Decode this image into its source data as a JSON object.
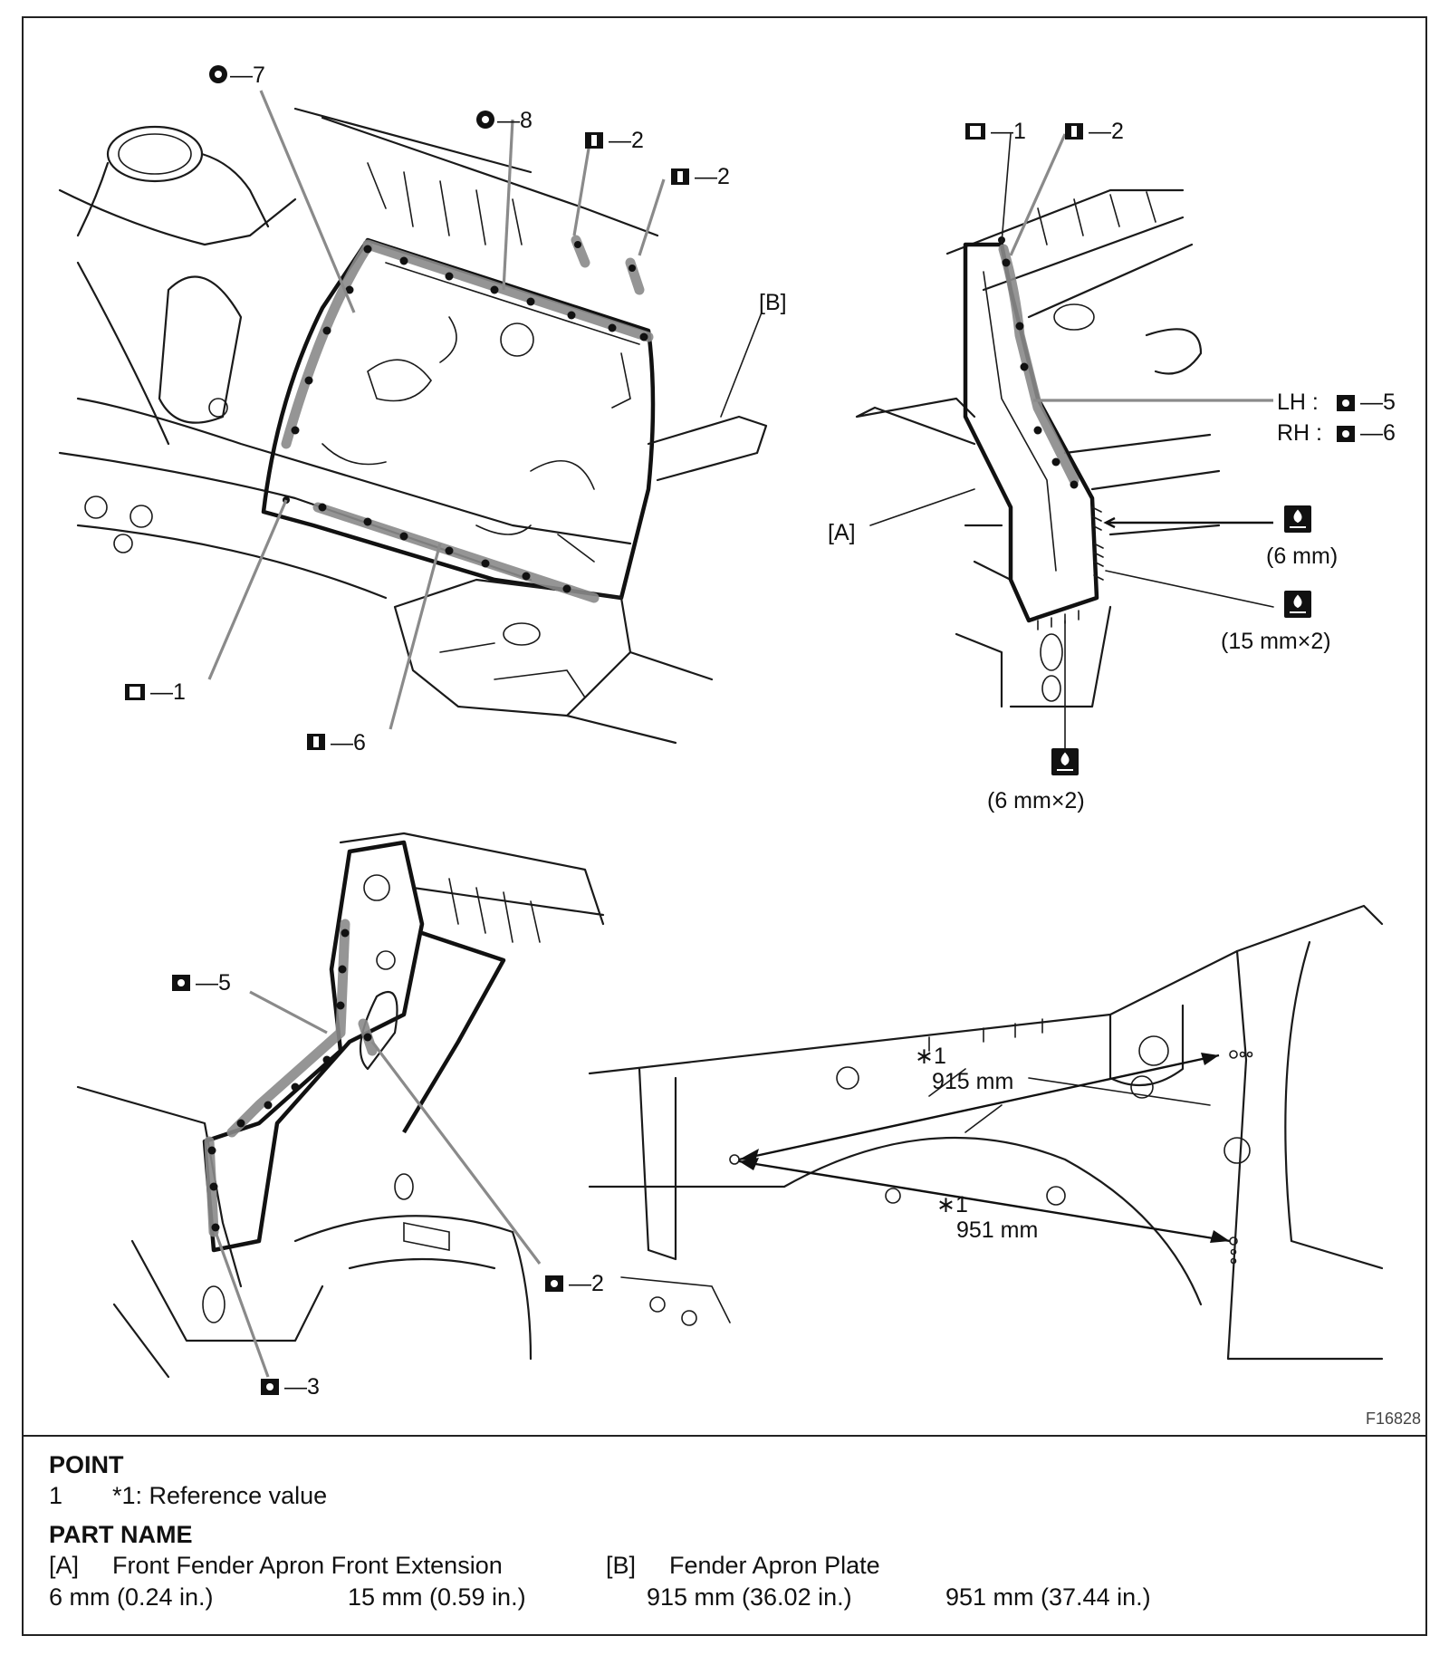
{
  "figure": {
    "code": "F16828",
    "callouts": {
      "top_left": {
        "o7": "—7",
        "o8": "—8",
        "i2_a": "—2",
        "i2_b": "—2",
        "b": "[B]",
        "m1": "—1",
        "i6": "—6"
      },
      "top_right": {
        "m1": "—1",
        "i2": "—2",
        "lh": "LH :",
        "lh_num": "—5",
        "rh": "RH :",
        "rh_num": "—6",
        "a": "[A]",
        "s1": "(6 mm)",
        "s2": "(15 mm×2)",
        "s3": "(6 mm×2)"
      },
      "bottom_left": {
        "o5": "—5",
        "o2": "—2",
        "o3": "—3"
      },
      "bottom_right": {
        "ref1": "∗1",
        "d1": "915 mm",
        "ref2": "∗1",
        "d2": "951 mm"
      }
    }
  },
  "legend": {
    "point_heading": "POINT",
    "point_num": "1",
    "point_text": "*1: Reference value",
    "part_heading": "PART NAME",
    "part_a_key": "[A]",
    "part_a_name": "Front Fender Apron Front Extension",
    "part_b_key": "[B]",
    "part_b_name": "Fender Apron Plate",
    "dims": [
      "6 mm (0.24 in.)",
      "15 mm (0.59 in.)",
      "915 mm (36.02 in.)",
      "951 mm (37.44 in.)"
    ]
  },
  "icons": {
    "spot_weld": "spot-weld-icon",
    "mig_weld": "mig-weld-icon",
    "mig_plug": "mig-plug-icon",
    "brazing": "brazing-icon",
    "sealer": "sealer-icon"
  },
  "colors": {
    "line": "#1a1a1a",
    "weld": "#8a8a8a",
    "background": "#ffffff"
  }
}
